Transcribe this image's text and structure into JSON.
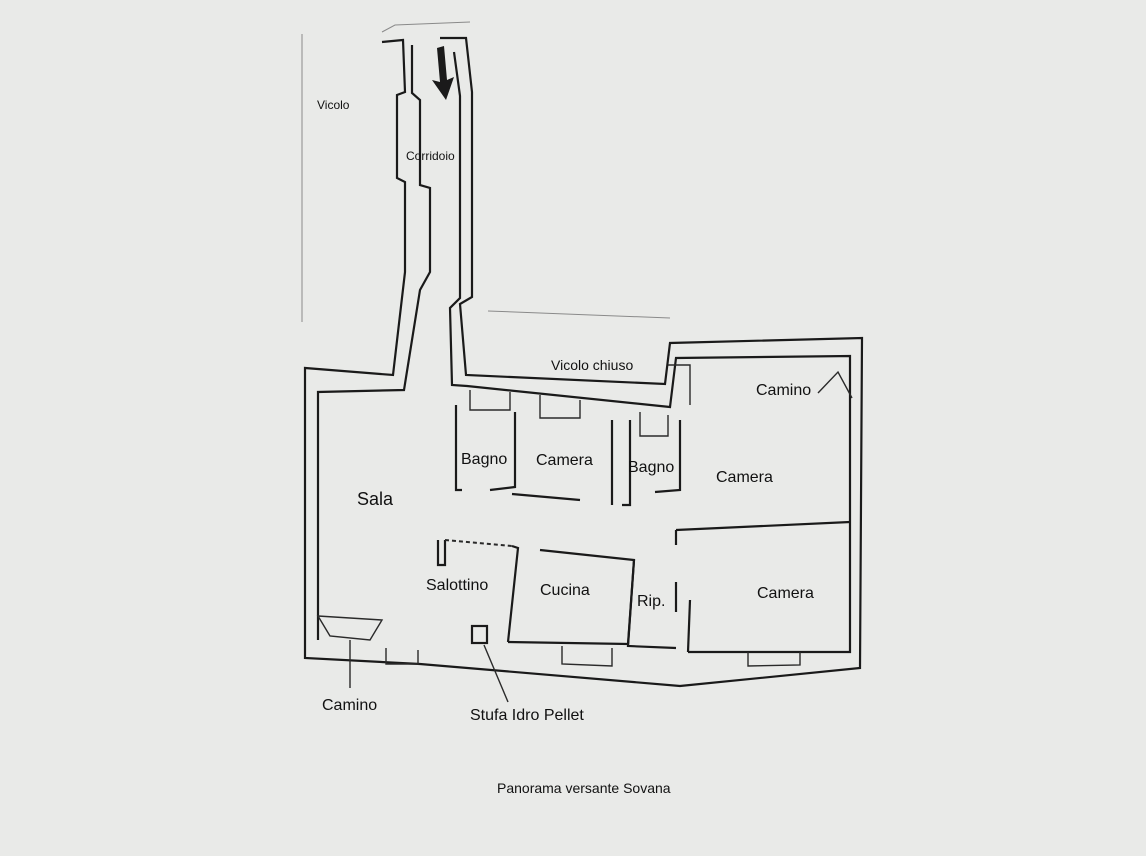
{
  "labels": {
    "vicolo": "Vicolo",
    "corridoio": "Corridoio",
    "vicolo_chiuso": "Vicolo chiuso",
    "camino_top": "Camino",
    "bagno_left": "Bagno",
    "camera_mid": "Camera",
    "bagno_right": "Bagno",
    "camera_right": "Camera",
    "sala": "Sala",
    "salottino": "Salottino",
    "cucina": "Cucina",
    "rip": "Rip.",
    "camera_bottom": "Camera",
    "camino_bottom": "Camino",
    "stufa": "Stufa Idro Pellet",
    "footer": "Panorama versante Sovana"
  },
  "colors": {
    "paper": "#e9eae8",
    "ink": "#1a1a1a"
  },
  "icons": {
    "entrance_arrow": "arrow-down-icon"
  }
}
